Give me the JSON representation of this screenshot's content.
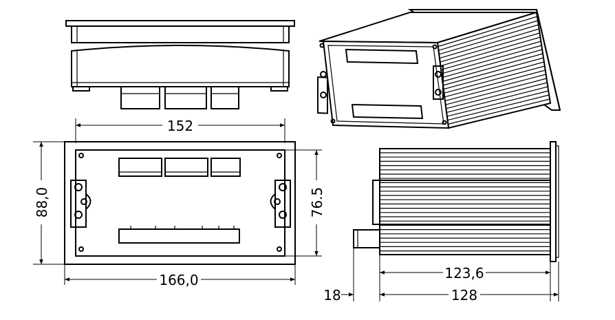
{
  "dimensions": {
    "top_width": "152",
    "left_height": "88,0",
    "right_height": "76.5",
    "bottom_width": "166,0",
    "side_body_length": "123,6",
    "side_connector_depth": "18",
    "side_total_length": "128"
  },
  "colors": {
    "line": "#000000",
    "background": "#ffffff"
  }
}
